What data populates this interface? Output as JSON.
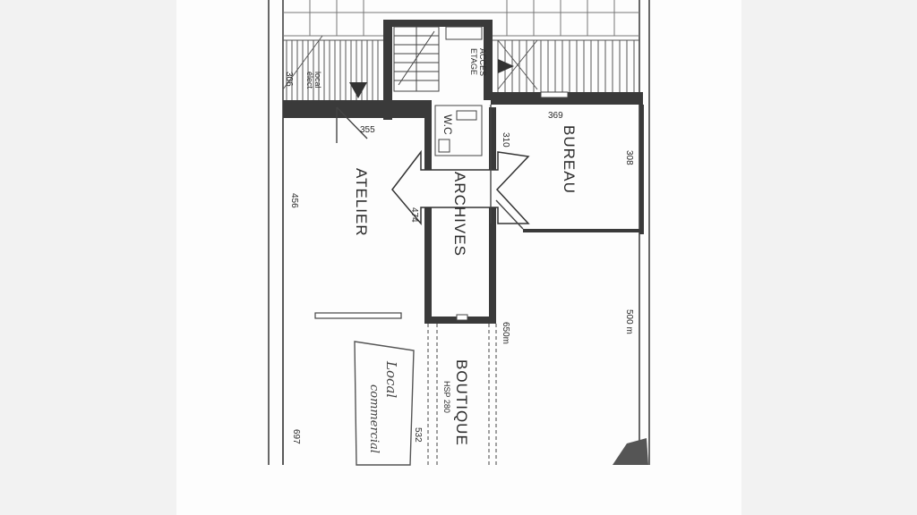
{
  "plan": {
    "rooms": {
      "atelier": "ATELIER",
      "archives": "ARCHIVES",
      "bureau": "BUREAU",
      "boutique": "BOUTIQUE",
      "boutique_hsp": "HSP 280",
      "wc": "W.C",
      "acces": "ACCES",
      "etage": "ETAGE",
      "local": "local",
      "local2": "élect"
    },
    "dimensions": {
      "d355": "355",
      "d369": "369",
      "d310": "310",
      "d308": "308",
      "d306": "306",
      "d456": "456",
      "d474": "474",
      "d500": "500 m",
      "d650": "650m",
      "d532": "532",
      "d697": "697"
    },
    "stamp": {
      "line1": "Local",
      "line2": "commercial"
    }
  }
}
